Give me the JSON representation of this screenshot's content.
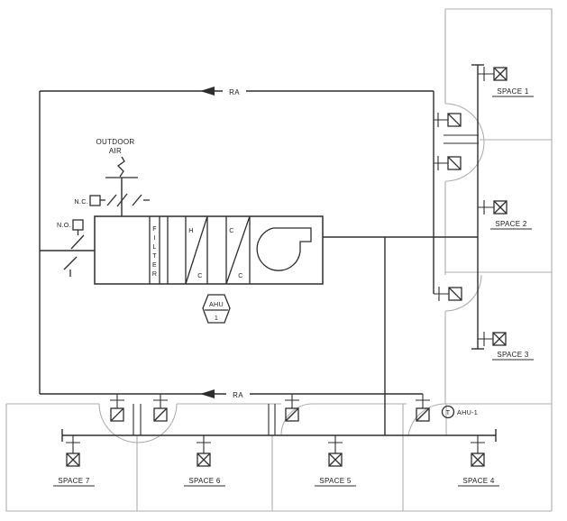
{
  "colors": {
    "line": "#2e2e2e",
    "wall": "#aeaeae",
    "background": "#ffffff"
  },
  "ducts": {
    "return_air_top": "RA",
    "return_air_bottom": "RA",
    "outdoor_air_line1": "OUTDOOR",
    "outdoor_air_line2": "AIR"
  },
  "dampers": {
    "normally_closed": "N.C.",
    "normally_open": "N.O."
  },
  "ahu": {
    "filter_letters": [
      "F",
      "I",
      "L",
      "T",
      "E",
      "R"
    ],
    "heating_coil_top": "H",
    "heating_coil_bottom": "C",
    "cooling_coil_top": "C",
    "cooling_coil_bottom": "C",
    "tag_line1": "AHU",
    "tag_line2": "1"
  },
  "thermostat": {
    "symbol": "T",
    "label": "AHU-1"
  },
  "spaces": {
    "s1": "SPACE 1",
    "s2": "SPACE 2",
    "s3": "SPACE 3",
    "s4": "SPACE 4",
    "s5": "SPACE 5",
    "s6": "SPACE 6",
    "s7": "SPACE 7"
  }
}
